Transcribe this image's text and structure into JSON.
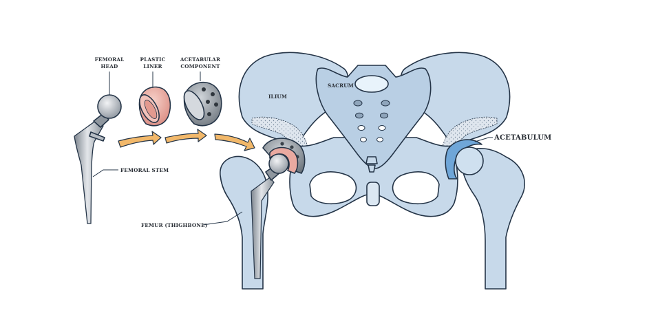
{
  "labels": {
    "femoral_head": [
      "FEMORAL",
      "HEAD"
    ],
    "plastic_liner": [
      "PLASTIC",
      "LINER"
    ],
    "acetabular_component": [
      "ACETABULAR",
      "COMPONENT"
    ],
    "femoral_stem": "FEMORAL STEM",
    "femur": "FEMUR (THIGHBONE)",
    "ilium": "ILIUM",
    "sacrum": "SACRUM",
    "acetabulum": "ACETABULUM"
  },
  "colors": {
    "bone": "#c7d9ea",
    "bone_shade": "#a9c2da",
    "cartilage": "#6fa6d8",
    "liner": "#e9a9a0",
    "metal": "#9aa2ab",
    "metal_dark": "#5f6770",
    "arrow": "#f2b86a",
    "outline": "#243447"
  }
}
